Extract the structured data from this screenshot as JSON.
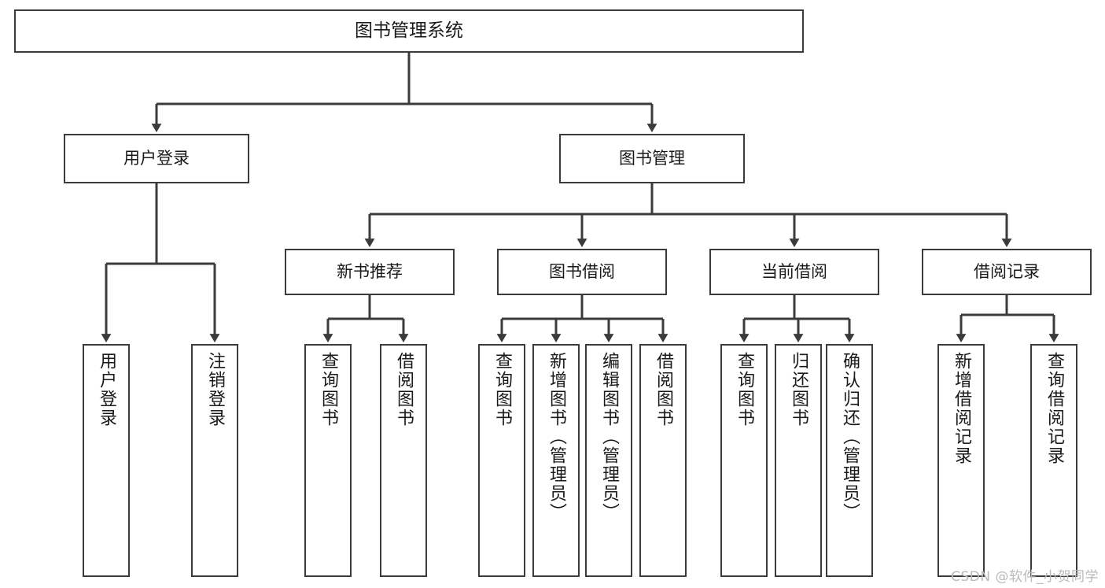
{
  "diagram": {
    "title": "图书管理系统",
    "type": "tree-hierarchy",
    "watermark": "CSDN @软件_小贺同学",
    "colors": {
      "box_border": "#3b3b3b",
      "box_fill": "#ffffff",
      "edge": "#3b3b3b",
      "text": "#1a1a1a",
      "watermark": "#b9b9b9",
      "background": "#ffffff"
    },
    "nodes": {
      "root": {
        "label": "图书管理系统"
      },
      "level2": [
        {
          "id": "user-login",
          "label": "用户登录"
        },
        {
          "id": "book-manage",
          "label": "图书管理"
        }
      ],
      "level3": [
        {
          "id": "new-book-recommend",
          "label": "新书推荐"
        },
        {
          "id": "book-borrow",
          "label": "图书借阅"
        },
        {
          "id": "current-borrow",
          "label": "当前借阅"
        },
        {
          "id": "borrow-record",
          "label": "借阅记录"
        }
      ],
      "leaves": {
        "user-login": [
          {
            "id": "leaf-user-login",
            "label": "用户登录"
          },
          {
            "id": "leaf-logout-login",
            "label": "注销登录"
          }
        ],
        "new-book-recommend": [
          {
            "id": "leaf-query-book-1",
            "label": "查询图书"
          },
          {
            "id": "leaf-borrow-book-1",
            "label": "借阅图书"
          }
        ],
        "book-borrow": [
          {
            "id": "leaf-query-book-2",
            "label": "查询图书"
          },
          {
            "id": "leaf-add-book",
            "label": "新增图书（管理员）"
          },
          {
            "id": "leaf-edit-book",
            "label": "编辑图书（管理员）"
          },
          {
            "id": "leaf-borrow-book-2",
            "label": "借阅图书"
          }
        ],
        "current-borrow": [
          {
            "id": "leaf-query-book-3",
            "label": "查询图书"
          },
          {
            "id": "leaf-return-book",
            "label": "归还图书"
          },
          {
            "id": "leaf-confirm-return",
            "label": "确认归还（管理员）"
          }
        ],
        "borrow-record": [
          {
            "id": "leaf-add-record",
            "label": "新增借阅记录"
          },
          {
            "id": "leaf-query-record",
            "label": "查询借阅记录"
          }
        ]
      }
    }
  }
}
